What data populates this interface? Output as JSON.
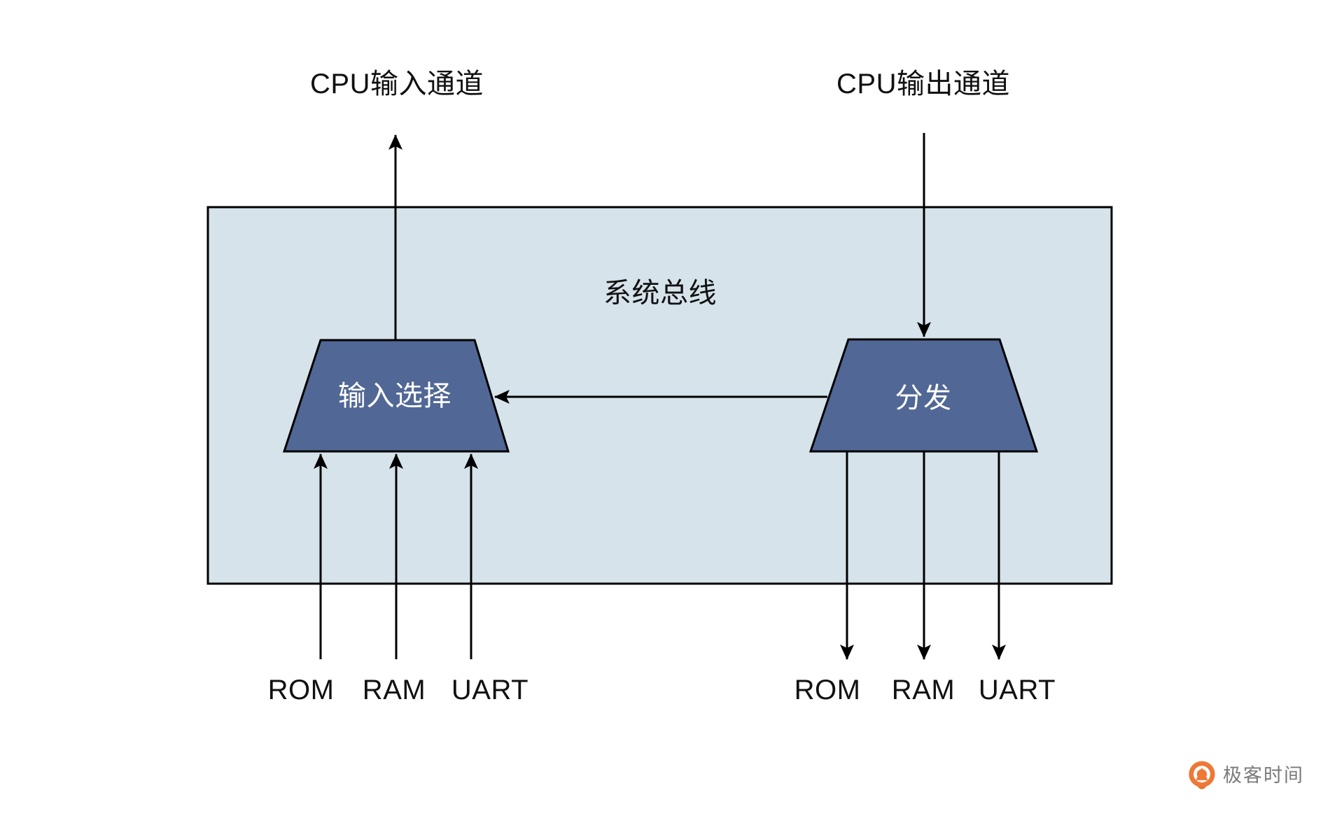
{
  "title_labels": {
    "cpu_input_channel": "CPU输入通道",
    "cpu_output_channel": "CPU输出通道"
  },
  "bus": {
    "label": "系统总线"
  },
  "nodes": {
    "input_selector": {
      "label": "输入选择"
    },
    "dispatcher": {
      "label": "分发"
    }
  },
  "peripherals": {
    "left": [
      "ROM",
      "RAM",
      "UART"
    ],
    "right": [
      "ROM",
      "RAM",
      "UART"
    ]
  },
  "colors": {
    "bus_fill": "#d6e3ea",
    "node_fill": "#516795",
    "stroke": "#000000",
    "node_text": "#ffffff",
    "label_text": "#111111",
    "watermark_orange": "#ee7836",
    "watermark_gray": "#7a7a7a"
  },
  "watermark": {
    "brand": "极客时间"
  }
}
